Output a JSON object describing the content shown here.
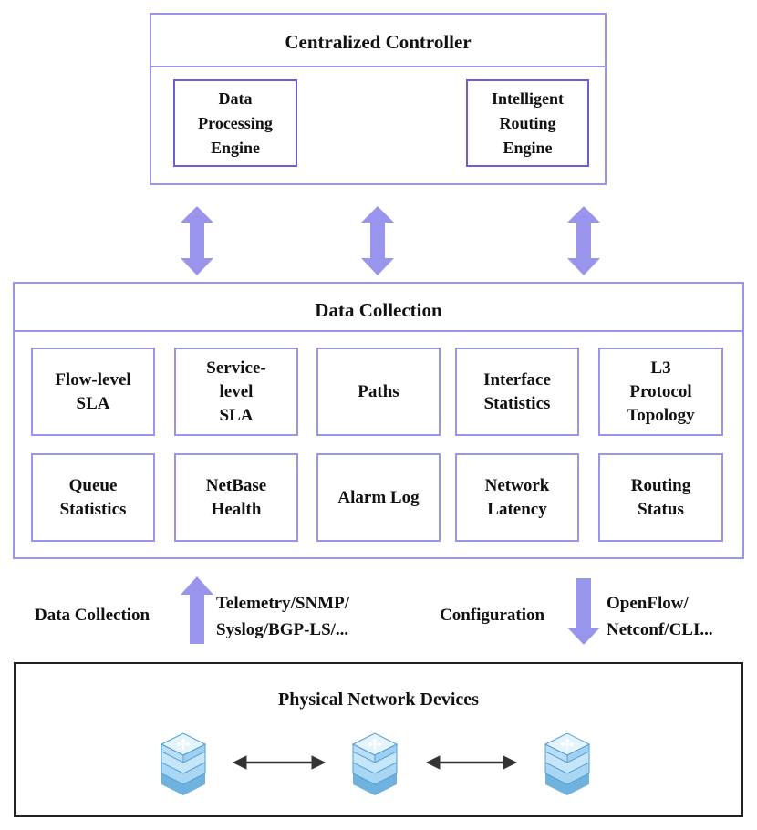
{
  "controller": {
    "title": "Centralized Controller",
    "left_engine": "Data\nProcessing\nEngine",
    "right_engine": "Intelligent\nRouting\nEngine"
  },
  "collection": {
    "title": "Data Collection",
    "row1": [
      "Flow-level\nSLA",
      "Service-\nlevel\nSLA",
      "Paths",
      "Interface\nStatistics",
      "L3\nProtocol\nTopology"
    ],
    "row2": [
      "Queue\nStatistics",
      "NetBase\nHealth",
      "Alarm Log",
      "Network\nLatency",
      "Routing\nStatus"
    ]
  },
  "links": {
    "up_label": "Data Collection",
    "up_protocols": "Telemetry/SNMP/\nSyslog/BGP-LS/...",
    "down_label": "Configuration",
    "down_protocols": "OpenFlow/\nNetconf/CLI..."
  },
  "devices": {
    "title": "Physical Network Devices",
    "device_icon": "router-stack-icon"
  },
  "colors": {
    "border": "#9a95ec",
    "engine_border": "#6a5fd6",
    "arrow": "#9a95ec",
    "device_arrow": "#333333"
  }
}
